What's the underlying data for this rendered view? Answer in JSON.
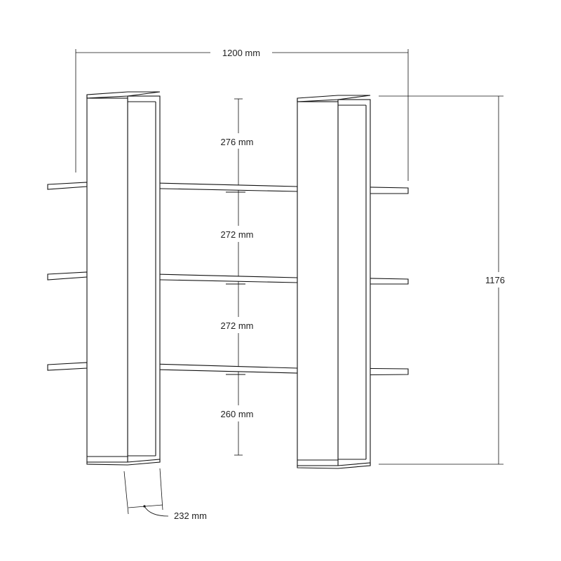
{
  "dimensions": {
    "width": "1200 mm",
    "height": "1176",
    "depth": "232 mm",
    "gap_1": "276 mm",
    "gap_2": "272 mm",
    "gap_3": "272 mm",
    "gap_4": "260 mm"
  },
  "colors": {
    "line": "#111111",
    "background": "#ffffff"
  }
}
